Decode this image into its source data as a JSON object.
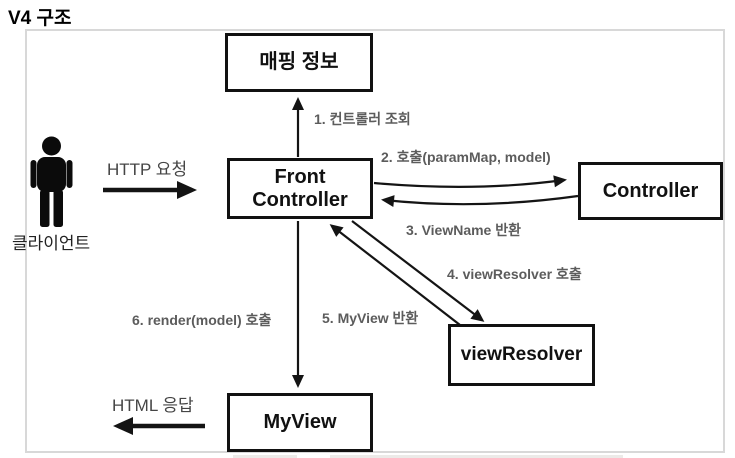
{
  "title": "V4 구조",
  "actor": {
    "label": "클라이언트",
    "icon": "person-icon"
  },
  "nodes": {
    "mapping_info": {
      "label": "매핑 정보"
    },
    "front_controller": {
      "label": "Front\nController"
    },
    "controller": {
      "label": "Controller"
    },
    "view_resolver": {
      "label": "viewResolver"
    },
    "my_view": {
      "label": "MyView"
    }
  },
  "flows": {
    "http_request": {
      "label": "HTTP 요청",
      "from": "클라이언트",
      "to": "Front Controller"
    },
    "step_1": {
      "label": "1. 컨트롤러 조회",
      "from": "Front Controller",
      "to": "매핑 정보"
    },
    "step_2": {
      "label": "2. 호출(paramMap, model)",
      "from": "Front Controller",
      "to": "Controller"
    },
    "step_3": {
      "label": "3. ViewName 반환",
      "from": "Controller",
      "to": "Front Controller"
    },
    "step_4": {
      "label": "4. viewResolver 호출",
      "from": "Front Controller",
      "to": "viewResolver"
    },
    "step_5": {
      "label": "5. MyView 반환",
      "from": "viewResolver",
      "to": "Front Controller"
    },
    "step_6": {
      "label": "6. render(model) 호출",
      "from": "Front Controller",
      "to": "MyView"
    },
    "html_response": {
      "label": "HTML 응답",
      "from": "MyView",
      "to": "클라이언트"
    }
  },
  "colors": {
    "background": "#ffffff",
    "frame_border": "#d8d8d8",
    "box_border": "#111111",
    "box_text": "#111111",
    "step_label": "#5c5c5c",
    "flow_label": "#454545",
    "arrow": "#141414"
  }
}
